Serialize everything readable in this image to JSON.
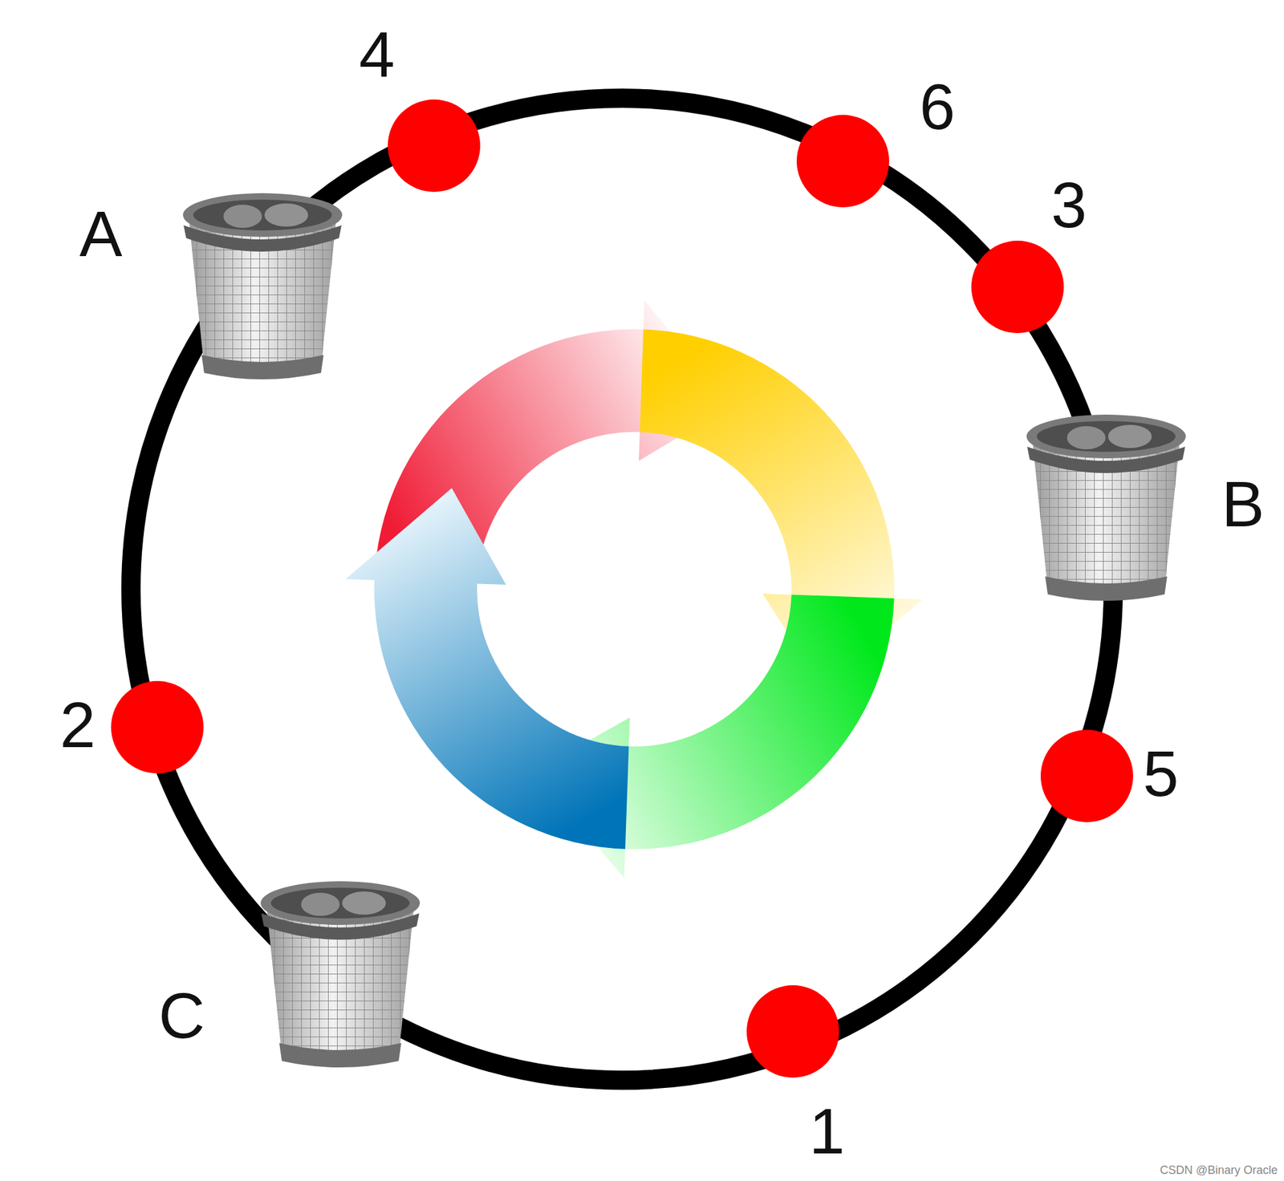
{
  "diagram": {
    "nodes": [
      {
        "text": [
          "4"
        ]
      },
      {
        "text": [
          "6"
        ]
      },
      {
        "text": [
          "A"
        ]
      },
      {
        "text": [
          "3"
        ]
      },
      {
        "text": [
          "B"
        ]
      },
      {
        "text": [
          "2"
        ]
      },
      {
        "text": [
          "5"
        ]
      },
      {
        "text": [
          "C"
        ]
      },
      {
        "text": [
          "1"
        ]
      }
    ],
    "labels": [
      "CSDN @Binary Oracle"
    ]
  }
}
